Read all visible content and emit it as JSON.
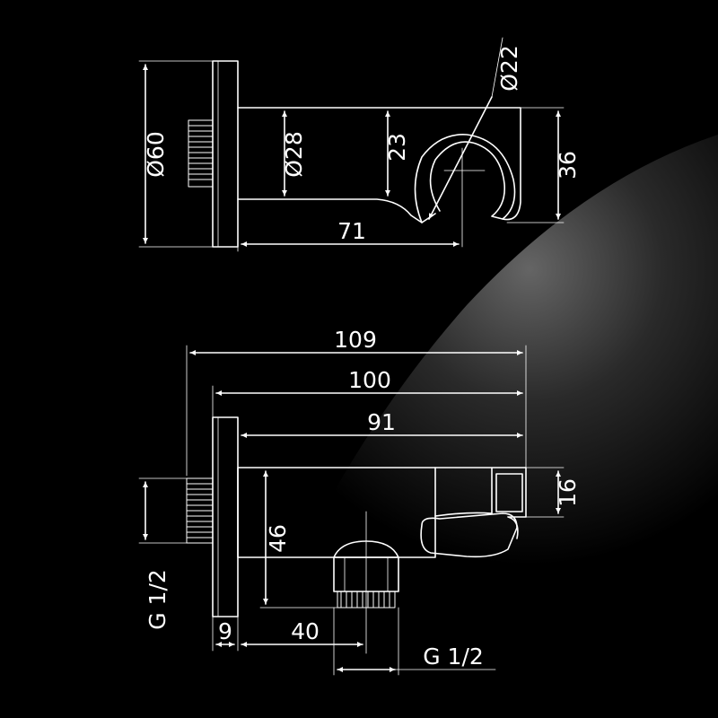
{
  "colors": {
    "background": "#000000",
    "glow": "#5a5a5a",
    "line": "#ffffff"
  },
  "top_view": {
    "flange_diameter": "Ø60",
    "arm_diameter": "Ø28",
    "holder_height": "23",
    "ring_diameter": "Ø22",
    "outer_height": "36",
    "arm_length": "71"
  },
  "side_view": {
    "overall_length": "109",
    "length_from_flange": "100",
    "length_to_holder": "91",
    "holder_thickness": "16",
    "outlet_height": "46",
    "inlet_thread": "G 1/2",
    "flange_thickness": "9",
    "outlet_offset": "40",
    "outlet_thread": "G 1/2"
  }
}
